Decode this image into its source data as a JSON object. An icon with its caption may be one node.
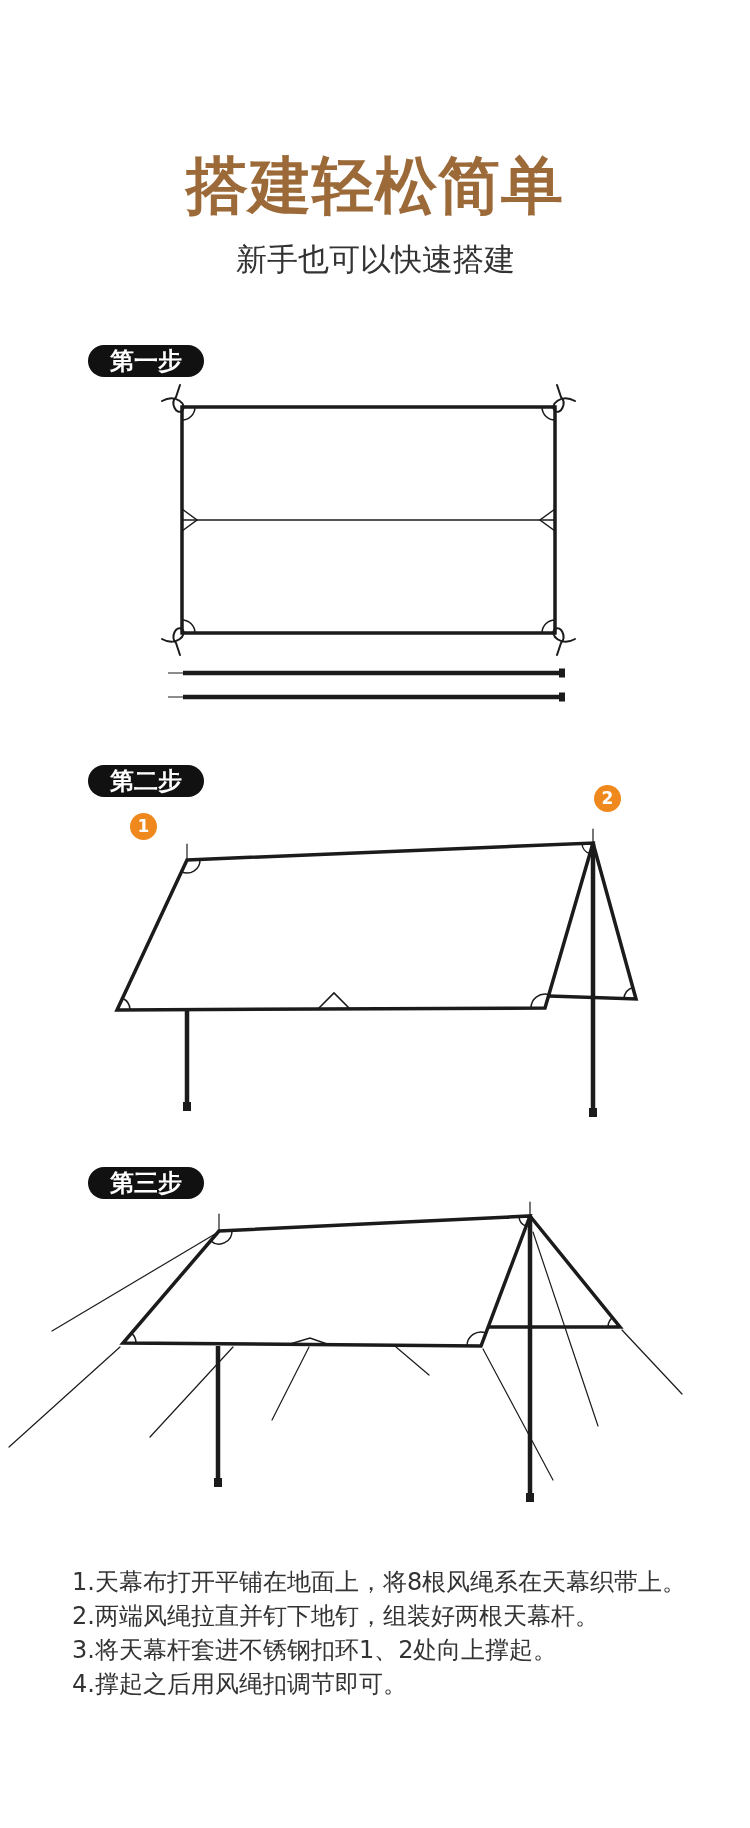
{
  "diagram": {
    "title": "搭建轻松简单",
    "nodes": [
      {
        "text": [
          "第一步"
        ]
      },
      {
        "text": [
          "第二步"
        ]
      },
      {
        "text": [
          "1"
        ]
      },
      {
        "text": [
          "2"
        ]
      },
      {
        "text": [
          "第三步"
        ]
      }
    ],
    "labels": [
      "新手也可以快速搭建",
      "1.天幕布打开平铺在地面上，将8根风绳系在天幕织带上。",
      "2.两端风绳拉直并钉下地钉，组装好两根天幕杆。",
      "3.将天幕杆套进不锈钢扣环1、2处向上撑起。",
      "4.撑起之后用风绳扣调节即可。"
    ]
  }
}
